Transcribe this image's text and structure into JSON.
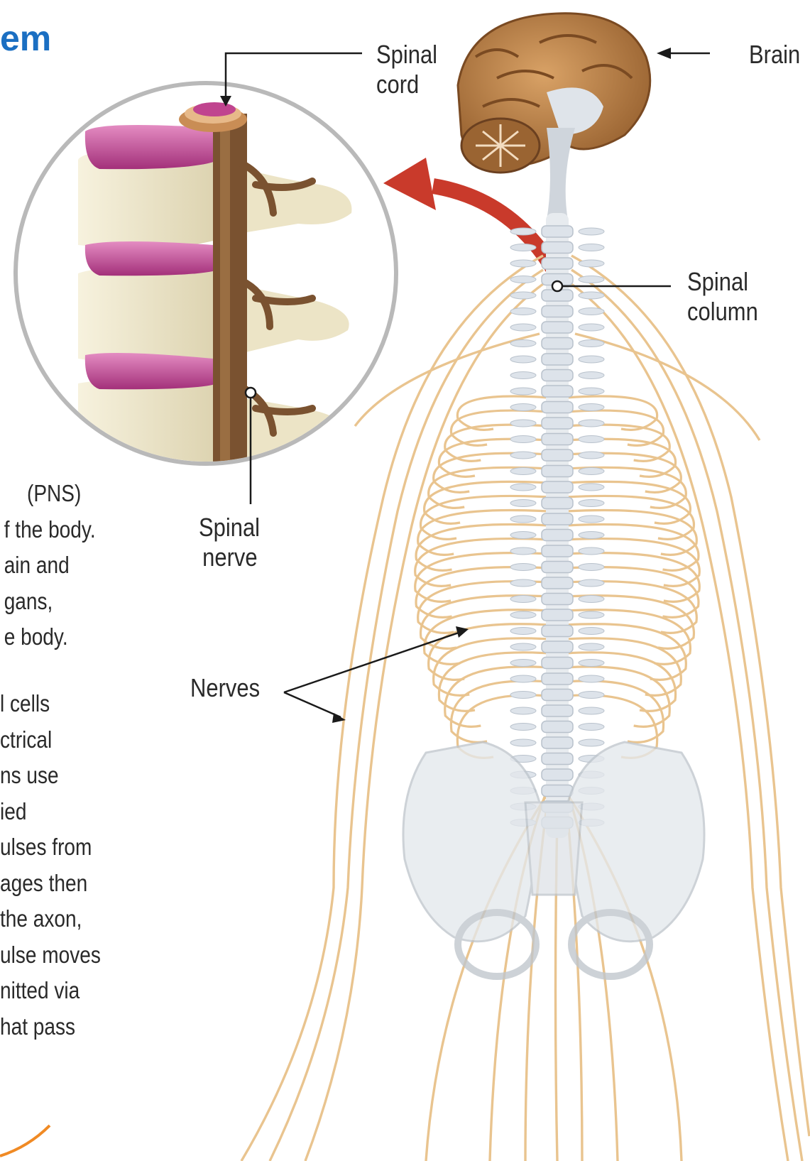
{
  "title_fragment": "em",
  "labels": {
    "spinal_cord": [
      "Spinal",
      "cord"
    ],
    "brain": "Brain",
    "spinal_column": [
      "Spinal",
      "column"
    ],
    "spinal_nerve": [
      "Spinal",
      "nerve"
    ],
    "nerves": "Nerves"
  },
  "paragraph_1": [
    "(PNS)",
    "f the body.",
    "ain and",
    "gans,",
    "e body."
  ],
  "paragraph_2": [
    "l cells",
    "ctrical",
    "ns use",
    "ied",
    "ulses from",
    "ages then",
    "the axon,",
    "ulse moves",
    "nitted via",
    "hat pass"
  ],
  "colors": {
    "title": "#1b6fc2",
    "nerve": "#e9c48f",
    "disc": "#c0448f",
    "bone": "#efe8cf",
    "arrow": "#c93a2b",
    "brain": "#c98b4e",
    "skeleton": "#dde3ea"
  }
}
